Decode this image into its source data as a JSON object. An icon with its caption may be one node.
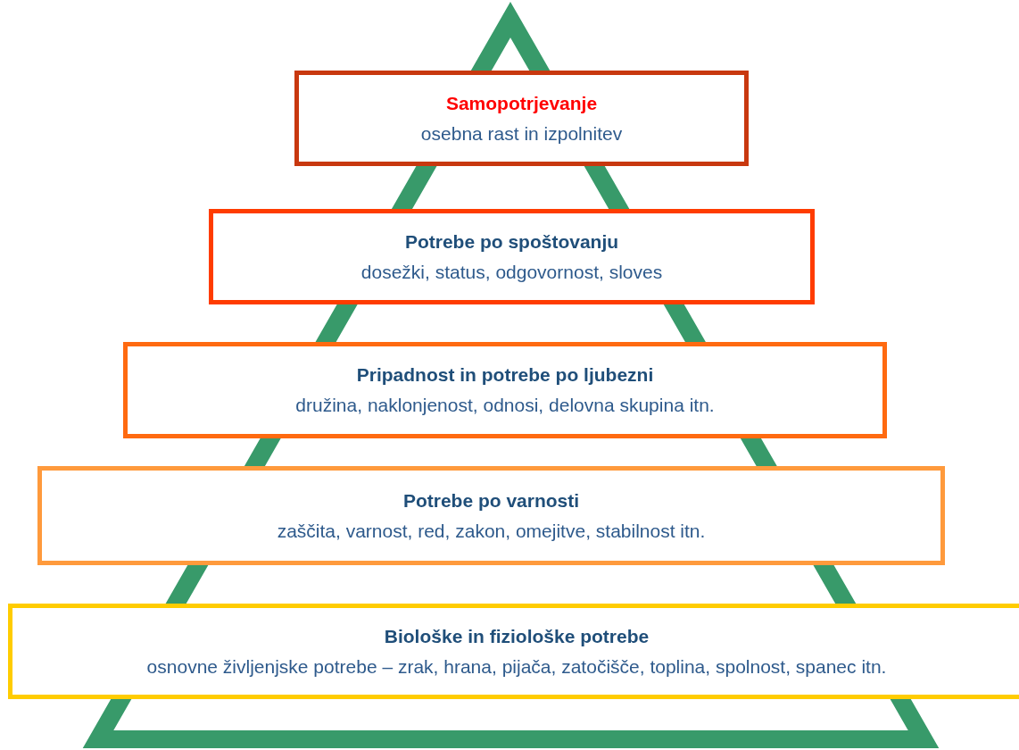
{
  "diagram": {
    "nodes": [
      {
        "text": [
          "Samopotrjevanje",
          "osebna rast in izpolnitev"
        ]
      },
      {
        "text": [
          "Potrebe po spoštovanju",
          "dosežki, status, odgovornost, sloves"
        ]
      },
      {
        "text": [
          "Pripadnost in potrebe po ljubezni",
          "družina, naklonjenost, odnosi, delovna skupina itn."
        ]
      },
      {
        "text": [
          "Potrebe po varnosti",
          "zaščita, varnost, red, zakon, omejitve, stabilnost itn."
        ]
      },
      {
        "text": [
          "Biološke in fiziološke potrebe",
          "osnovne življenjske potrebe – zrak, hrana, pijača, zatočišče, toplina, spolnost, spanec itn."
        ]
      }
    ]
  }
}
